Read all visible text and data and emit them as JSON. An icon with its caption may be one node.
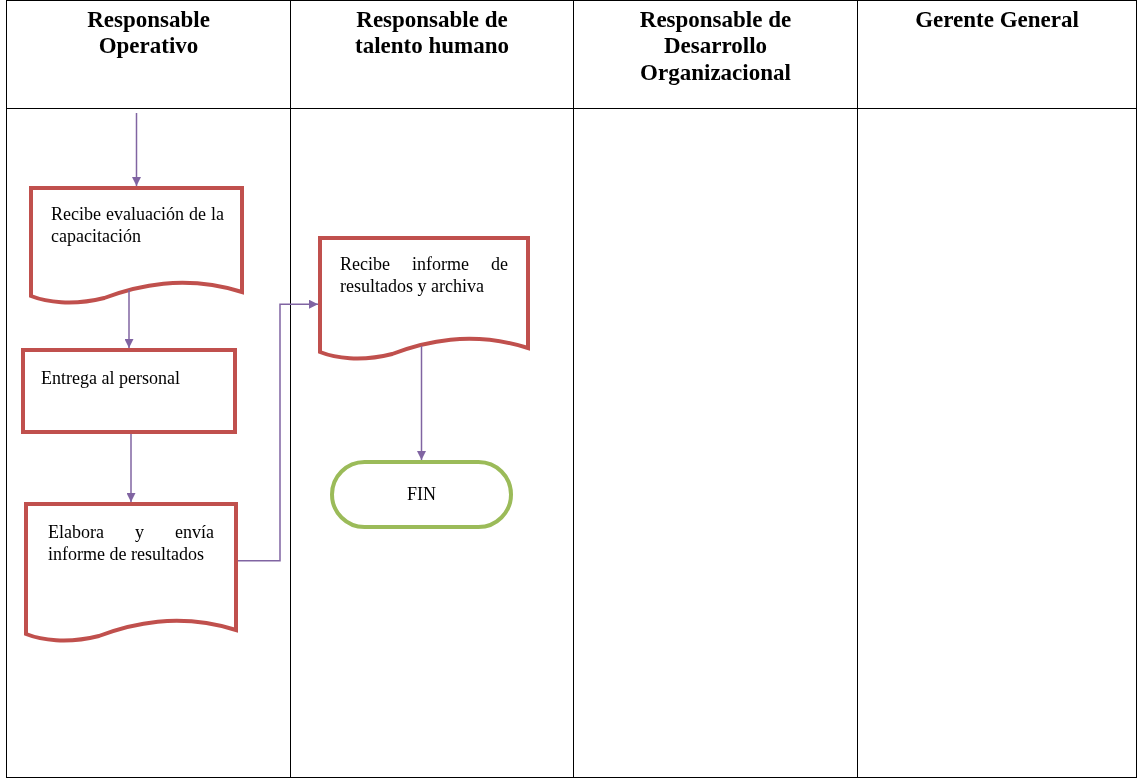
{
  "diagram": {
    "nodes": [
      {
        "text": [
          "Responsable Operativo"
        ]
      },
      {
        "text": [
          "Responsable de talento humano"
        ]
      },
      {
        "text": [
          "Responsable de Desarrollo Organizacional"
        ]
      },
      {
        "text": [
          "Gerente General"
        ]
      },
      {
        "text": [
          "Recibe evaluación de la capacitación"
        ],
        "in": 0
      },
      {
        "text": [
          "Entrega al personal"
        ],
        "in": 0
      },
      {
        "text": [
          "Elabora y envía informe de resultados"
        ],
        "in": 0
      },
      {
        "text": [
          "Recibe informe de resultados y archiva"
        ],
        "in": 1
      },
      {
        "text": [
          "FIN"
        ],
        "in": 1
      }
    ],
    "edges": [
      {
        "from": null,
        "to": 4,
        "arrow": "to"
      },
      {
        "from": 4,
        "to": 5,
        "arrow": "to"
      },
      {
        "from": 5,
        "to": 6,
        "arrow": "to"
      },
      {
        "from": 6,
        "to": 7,
        "arrow": "to"
      },
      {
        "from": 7,
        "to": 8,
        "arrow": "to"
      }
    ]
  }
}
